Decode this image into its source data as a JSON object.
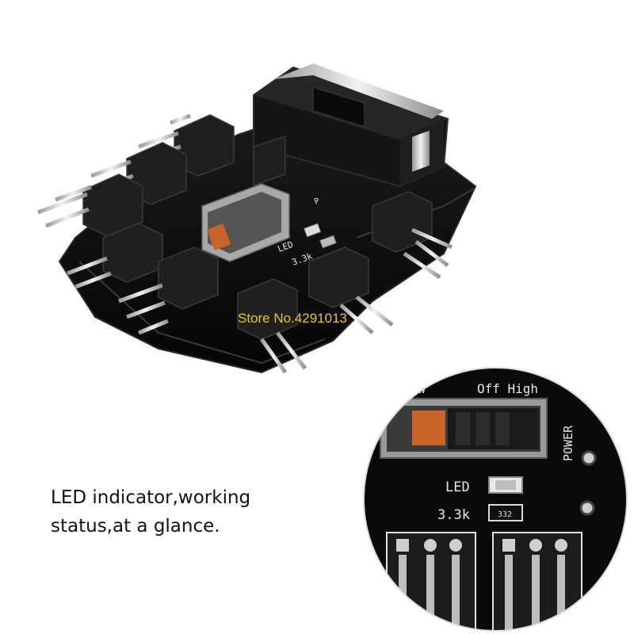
{
  "colors": {
    "background": "#ffffff",
    "pcb": "#0c0c0c",
    "connector": "#1c1c1c",
    "pin_metal": "#c9c9c9",
    "switch_slider": "#c8642a",
    "watermark": "#e8c820",
    "silkscreen": "#e8e8e8"
  },
  "watermark": "Store No.4291013",
  "main_board": {
    "label_led": "LED",
    "label_resistor": "3.3k",
    "label_p": "P"
  },
  "zoom_inset": {
    "label_low": "Low",
    "label_off_high": "Off High",
    "label_power": "POWER",
    "label_led": "LED",
    "label_resistor": "3.3k",
    "resistor_code": "332"
  },
  "caption": {
    "line1": "LED indicator,working",
    "line2": "status,at a glance."
  }
}
